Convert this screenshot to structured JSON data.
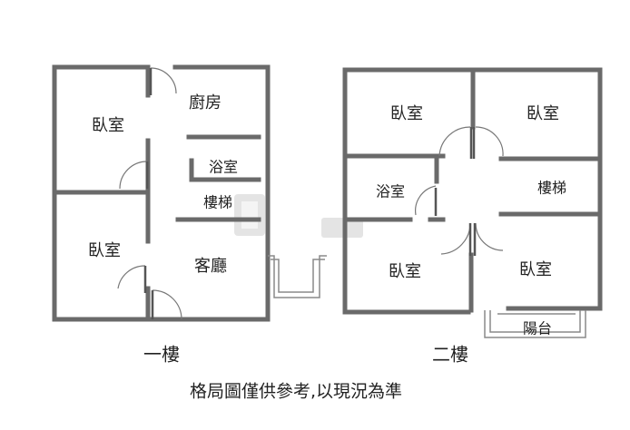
{
  "floor1": {
    "title": "一樓",
    "rooms": {
      "bedroom_top": "臥室",
      "kitchen": "廚房",
      "bathroom": "浴室",
      "stairs": "樓梯",
      "bedroom_bottom": "臥室",
      "living_room": "客廳"
    }
  },
  "floor2": {
    "title": "二樓",
    "rooms": {
      "bedroom_top_left": "臥室",
      "bedroom_top_right": "臥室",
      "bathroom": "浴室",
      "stairs": "樓梯",
      "bedroom_bottom_left": "臥室",
      "bedroom_bottom_right": "臥室",
      "balcony": "陽台"
    }
  },
  "note": "格局圖僅供參考,以現況為準"
}
